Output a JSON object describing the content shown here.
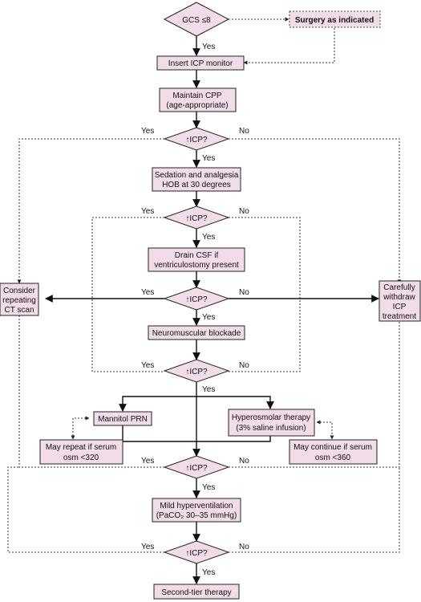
{
  "colors": {
    "node_fill": "#f3dcea",
    "stroke": "#222222",
    "background": "#ffffff"
  },
  "nodes": {
    "gcs": "GCS ≤8",
    "surgery": "Surgery as indicated",
    "insert_icp": "Insert ICP monitor",
    "maintain_cpp": [
      "Maintain CPP",
      "(age-appropriate)"
    ],
    "icp_q": "↑ICP?",
    "sedation": [
      "Sedation and analgesia",
      "HOB at 30 degrees"
    ],
    "drain_csf": [
      "Drain CSF if",
      "ventriculostomy present"
    ],
    "neuromuscular": "Neuromuscular blockade",
    "mannitol": "Mannitol PRN",
    "hyperosmolar": [
      "Hyperosmolar therapy",
      "(3% saline infusion)"
    ],
    "repeat_mannitol": [
      "May repeat if serum",
      "osm <320"
    ],
    "continue_hyper": [
      "May continue if serum",
      "osm <360"
    ],
    "hyperventilation": [
      "Mild hyperventilation",
      "(PaCO₂ 30–35 mmHg)"
    ],
    "second_tier": "Second-tier therapy",
    "ct_scan": [
      "Consider",
      "repeating",
      "CT scan"
    ],
    "withdraw": [
      "Carefully",
      "withdraw",
      "ICP",
      "treatment"
    ]
  },
  "edges": {
    "yes": "Yes",
    "no": "No"
  }
}
